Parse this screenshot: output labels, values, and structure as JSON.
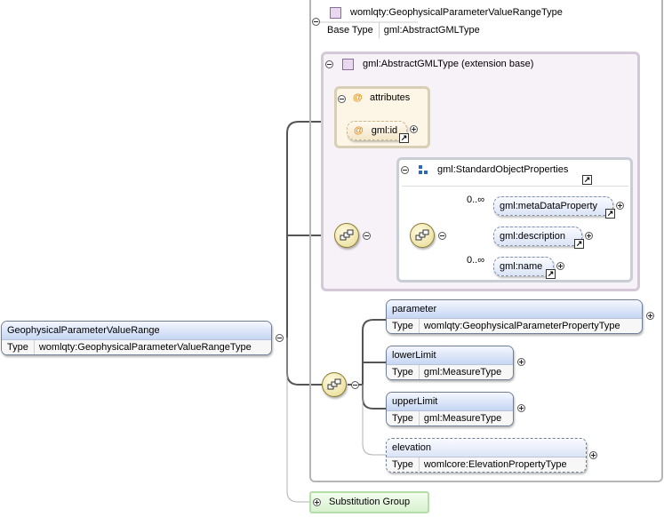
{
  "complex_type": {
    "name": "womlqty:GeophysicalParameterValueRangeType",
    "base_type_key": "Base Type",
    "base_type_value": "gml:AbstractGMLType"
  },
  "extension": {
    "title": "gml:AbstractGMLType (extension base)"
  },
  "attributes": {
    "title": "attributes",
    "symbol": "@",
    "id_label": "gml:id"
  },
  "group": {
    "title": "gml:StandardObjectProperties",
    "icon": "group-squares-icon",
    "items": [
      {
        "label": "gml:metaDataProperty",
        "occurs": "0..∞"
      },
      {
        "label": "gml:description",
        "occurs": ""
      },
      {
        "label": "gml:name",
        "occurs": "0..∞"
      }
    ]
  },
  "root": {
    "name": "GeophysicalParameterValueRange",
    "type_key": "Type",
    "type_value": "womlqty:GeophysicalParameterValueRangeType"
  },
  "children": [
    {
      "name": "parameter",
      "type_key": "Type",
      "type_value": "womlqty:GeophysicalParameterPropertyType"
    },
    {
      "name": "lowerLimit",
      "type_key": "Type",
      "type_value": "gml:MeasureType"
    },
    {
      "name": "upperLimit",
      "type_key": "Type",
      "type_value": "gml:MeasureType"
    },
    {
      "name": "elevation",
      "type_key": "Type",
      "type_value": "womlcore:ElevationPropertyType"
    }
  ],
  "substitution": {
    "label": "Substitution Group"
  },
  "colors": {
    "element_header": "#c6d6f3",
    "ext_background": "#f7f1f8",
    "attr_background": "#fdf6e6",
    "substitution_background": "#e6f8e0",
    "sequence": "#e6d98e"
  }
}
